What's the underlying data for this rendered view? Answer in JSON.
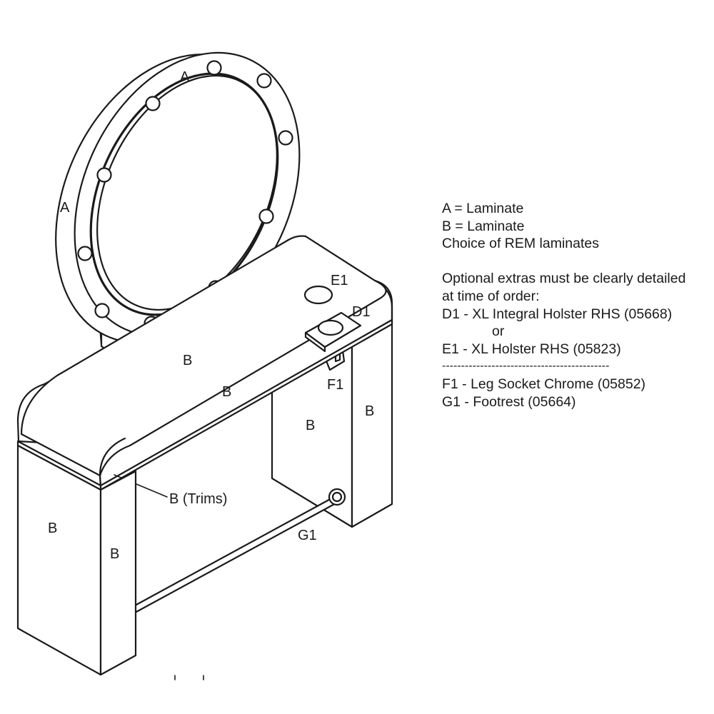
{
  "labels": {
    "a_top": "A",
    "a_left": "A",
    "e1": "E1",
    "d1": "D1",
    "f1": "F1",
    "b_top_back": "B",
    "b_top_front": "B",
    "b_right_outer": "B",
    "b_right_inner": "B",
    "b_trims": "B (Trims)",
    "b_left_front": "B",
    "b_left_inner": "B",
    "g1": "G1"
  },
  "legend": {
    "line1": "A = Laminate",
    "line2": "B = Laminate",
    "line3": "Choice of REM laminates",
    "line4": "Optional extras must be clearly detailed",
    "line5": "at time of order:",
    "line6": "D1 - XL Integral Holster RHS (05668)",
    "line7": "or",
    "line8": "E1 - XL Holster RHS (05823)",
    "separator": "--------------------------------------------",
    "line9": "F1 - Leg Socket Chrome (05852)",
    "line10": "G1 - Footrest (05664)"
  }
}
